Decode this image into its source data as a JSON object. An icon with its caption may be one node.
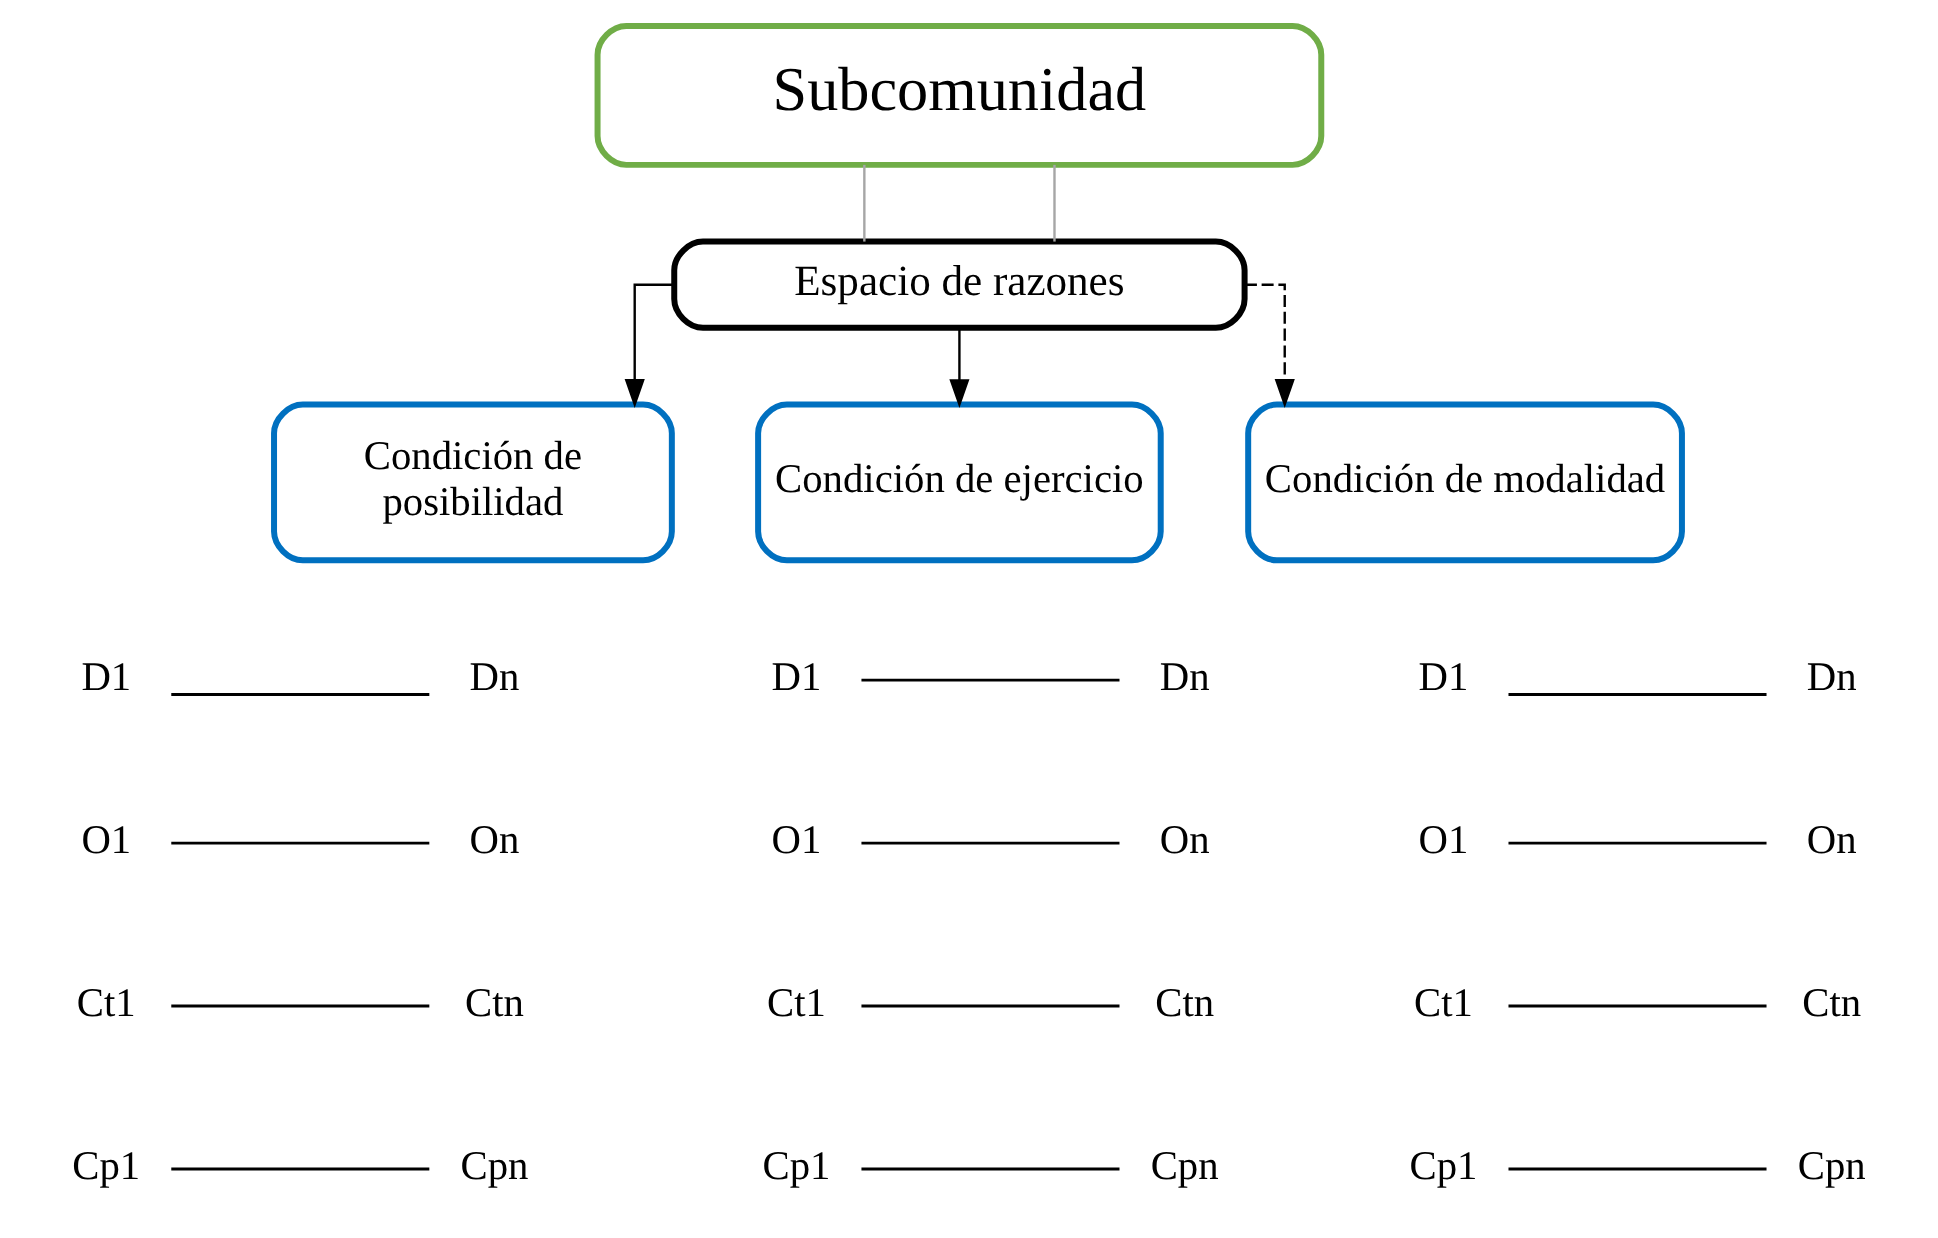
{
  "diagram": {
    "nodes": [
      {
        "text": [
          "Subcomunidad"
        ]
      },
      {
        "text": [
          "Espacio de razones"
        ]
      },
      {
        "text": [
          "Condición de posibilidad"
        ]
      },
      {
        "text": [
          "Condición de ejercicio"
        ]
      },
      {
        "text": [
          "Condición de modalidad"
        ]
      },
      {
        "text": [
          "D1"
        ]
      },
      {
        "text": [
          "Dn"
        ]
      },
      {
        "text": [
          "D1"
        ]
      },
      {
        "text": [
          "Dn"
        ]
      },
      {
        "text": [
          "D1"
        ]
      },
      {
        "text": [
          "Dn"
        ]
      },
      {
        "text": [
          "O1"
        ]
      },
      {
        "text": [
          "On"
        ]
      },
      {
        "text": [
          "O1"
        ]
      },
      {
        "text": [
          "On"
        ]
      },
      {
        "text": [
          "O1"
        ]
      },
      {
        "text": [
          "On"
        ]
      },
      {
        "text": [
          "Ct1"
        ]
      },
      {
        "text": [
          "Ctn"
        ]
      },
      {
        "text": [
          "Ct1"
        ]
      },
      {
        "text": [
          "Ctn"
        ]
      },
      {
        "text": [
          "Ct1"
        ]
      },
      {
        "text": [
          "Ctn"
        ]
      },
      {
        "text": [
          "Cp1"
        ]
      },
      {
        "text": [
          "Cpn"
        ]
      },
      {
        "text": [
          "Cp1"
        ]
      },
      {
        "text": [
          "Cpn"
        ]
      },
      {
        "text": [
          "Cp1"
        ]
      },
      {
        "text": [
          "Cpn"
        ]
      }
    ],
    "edges": [
      {
        "from": 0,
        "to": 1,
        "arrow": "none",
        "color": "#a6a6a6"
      },
      {
        "from": 0,
        "to": 1,
        "arrow": "none",
        "color": "#a6a6a6"
      },
      {
        "from": 1,
        "to": 2,
        "arrow": "to"
      },
      {
        "from": 1,
        "to": 3,
        "arrow": "to"
      },
      {
        "from": 1,
        "to": 4,
        "arrow": "to",
        "style": "dashed"
      },
      {
        "from": 5,
        "to": 6,
        "arrow": "none"
      },
      {
        "from": 7,
        "to": 8,
        "arrow": "none"
      },
      {
        "from": 9,
        "to": 10,
        "arrow": "none"
      },
      {
        "from": 11,
        "to": 12,
        "arrow": "none"
      },
      {
        "from": 13,
        "to": 14,
        "arrow": "none"
      },
      {
        "from": 15,
        "to": 16,
        "arrow": "none"
      },
      {
        "from": 17,
        "to": 18,
        "arrow": "none"
      },
      {
        "from": 19,
        "to": 20,
        "arrow": "none"
      },
      {
        "from": 21,
        "to": 22,
        "arrow": "none"
      },
      {
        "from": 23,
        "to": 24,
        "arrow": "none"
      },
      {
        "from": 25,
        "to": 26,
        "arrow": "none"
      },
      {
        "from": 27,
        "to": 28,
        "arrow": "none"
      }
    ]
  }
}
